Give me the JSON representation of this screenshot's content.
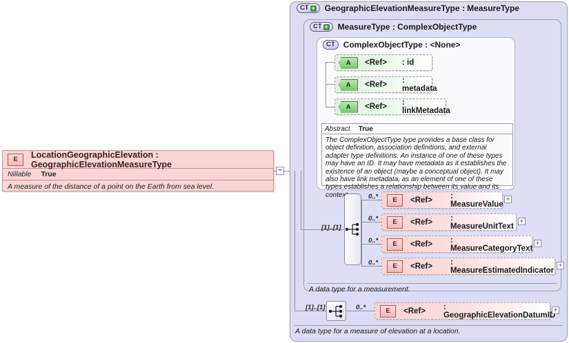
{
  "root_element": {
    "badge": "E",
    "title": "LocationGeographicElevation : GeographicElevationMeasureType",
    "property_key": "Nillable",
    "property_value": "True",
    "documentation": "A measure of the distance of a point on the Earth from sea level."
  },
  "collapse_toggle": "−",
  "panels": {
    "outer": {
      "badge": "CT",
      "badge_plus": "+",
      "title": "GeographicElevationMeasureType : MeasureType",
      "caption": "A data type for a measure of elevation at a location."
    },
    "middle": {
      "badge": "CT",
      "badge_plus": "+",
      "title": "MeasureType : ComplexObjectType",
      "caption": "A data type for a measurement."
    },
    "inner": {
      "badge": "CT",
      "title": "ComplexObjectType : <None>"
    }
  },
  "attributes": [
    {
      "badge": "A",
      "ref": "<Ref>",
      "name": ": id"
    },
    {
      "badge": "A",
      "ref": "<Ref>",
      "name": ": metadata"
    },
    {
      "badge": "A",
      "ref": "<Ref>",
      "name": ": linkMetadata"
    }
  ],
  "abstract_block": {
    "key": "Abstract",
    "value": "True",
    "documentation": "The ComplexObjectType type provides a base class for object definition, association definitions, and external adapter type definitions. An instance of one of these types may have an ID. It may have metadata as it establishes the existence of an object (maybe a conceptual object). It may also have link metadata, as an element of one of these types establishes a relationship between its value and its context."
  },
  "measure_sequence": {
    "compositor_cardinality": "[1]..[1]",
    "elements": [
      {
        "badge": "E",
        "ref": "<Ref>",
        "name": ": MeasureValue",
        "cardinality": "0..*",
        "expand": "+"
      },
      {
        "badge": "E",
        "ref": "<Ref>",
        "name": ": MeasureUnitText",
        "cardinality": "0..*",
        "expand": "+"
      },
      {
        "badge": "E",
        "ref": "<Ref>",
        "name": ": MeasureCategoryText",
        "cardinality": "0..*",
        "expand": "+"
      },
      {
        "badge": "E",
        "ref": "<Ref>",
        "name": ": MeasureEstimatedIndicator",
        "cardinality": "0..*",
        "expand": "+"
      }
    ]
  },
  "datum_sequence": {
    "compositor_cardinality": "[1]..[1]",
    "elements": [
      {
        "badge": "E",
        "ref": "<Ref>",
        "name": ": GeographicElevationDatumID",
        "cardinality": "0..*",
        "expand": "+"
      }
    ]
  },
  "colors": {
    "panel_outer": "#dcdcf4",
    "panel_inner": "#fbfbff",
    "element_pink": "#f9d4d4",
    "attribute_green": "#ddf3dd",
    "root_pink": "#fbd6d6",
    "connector": "#8e8ea8"
  }
}
